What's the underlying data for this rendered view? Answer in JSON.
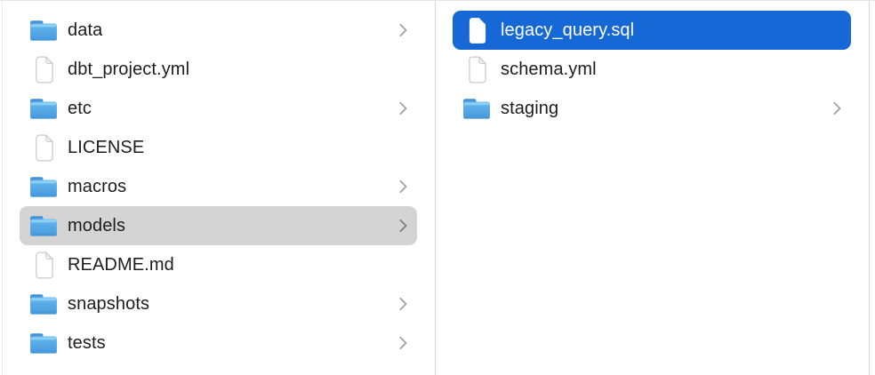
{
  "finder": {
    "view": "column-view",
    "columns": [
      {
        "name": "left-column",
        "items": [
          {
            "label": "data",
            "type": "folder",
            "has_chevron": true,
            "selected": "none"
          },
          {
            "label": "dbt_project.yml",
            "type": "file",
            "has_chevron": false,
            "selected": "none"
          },
          {
            "label": "etc",
            "type": "folder",
            "has_chevron": true,
            "selected": "none"
          },
          {
            "label": "LICENSE",
            "type": "file",
            "has_chevron": false,
            "selected": "none"
          },
          {
            "label": "macros",
            "type": "folder",
            "has_chevron": true,
            "selected": "none"
          },
          {
            "label": "models",
            "type": "folder",
            "has_chevron": true,
            "selected": "secondary-gray"
          },
          {
            "label": "README.md",
            "type": "file",
            "has_chevron": false,
            "selected": "none"
          },
          {
            "label": "snapshots",
            "type": "folder",
            "has_chevron": true,
            "selected": "none"
          },
          {
            "label": "tests",
            "type": "folder",
            "has_chevron": true,
            "selected": "none"
          }
        ]
      },
      {
        "name": "right-column",
        "items": [
          {
            "label": "legacy_query.sql",
            "type": "file",
            "has_chevron": false,
            "selected": "primary-blue"
          },
          {
            "label": "schema.yml",
            "type": "file",
            "has_chevron": false,
            "selected": "none"
          },
          {
            "label": "staging",
            "type": "folder",
            "has_chevron": true,
            "selected": "none"
          }
        ]
      }
    ]
  },
  "colors": {
    "selection_blue": "#1568d6",
    "selection_gray": "#d4d4d4",
    "text": "#1d1d1f",
    "text_selected": "#ffffff",
    "divider": "#d8d8da",
    "chevron_gray": "#a1a1a6",
    "folder_blue": "#55aae6",
    "folder_tab_blue": "#4492d8"
  },
  "icons": {
    "folder": "folder-icon",
    "file": "document-icon",
    "chevron": "chevron-right-icon"
  }
}
